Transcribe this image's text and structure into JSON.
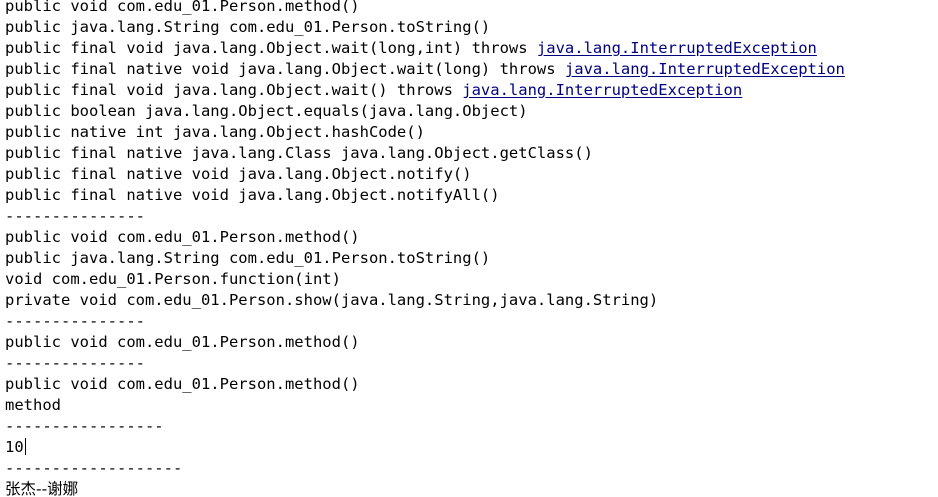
{
  "console": {
    "lines": [
      "public void com.edu_01.Person.method()",
      "public java.lang.String com.edu_01.Person.toString()",
      {
        "pre": "public final void java.lang.Object.wait(long,int) throws ",
        "link": "java.lang.InterruptedException"
      },
      {
        "pre": "public final native void java.lang.Object.wait(long) throws ",
        "link": "java.lang.InterruptedException"
      },
      {
        "pre": "public final void java.lang.Object.wait() throws ",
        "link": "java.lang.InterruptedException"
      },
      "public boolean java.lang.Object.equals(java.lang.Object)",
      "public native int java.lang.Object.hashCode()",
      "public final native java.lang.Class java.lang.Object.getClass()",
      "public final native void java.lang.Object.notify()",
      "public final native void java.lang.Object.notifyAll()",
      "---------------",
      "public void com.edu_01.Person.method()",
      "public java.lang.String com.edu_01.Person.toString()",
      "void com.edu_01.Person.function(int)",
      "private void com.edu_01.Person.show(java.lang.String,java.lang.String)",
      "---------------",
      "public void com.edu_01.Person.method()",
      "---------------",
      "public void com.edu_01.Person.method()",
      "method",
      "-----------------",
      {
        "text": "10",
        "cursor": true
      },
      "-------------------",
      {
        "text": "张杰--谢娜",
        "cjk": true
      }
    ]
  },
  "colors": {
    "background": "#ffffff",
    "text": "#000000",
    "link": "#000080"
  }
}
